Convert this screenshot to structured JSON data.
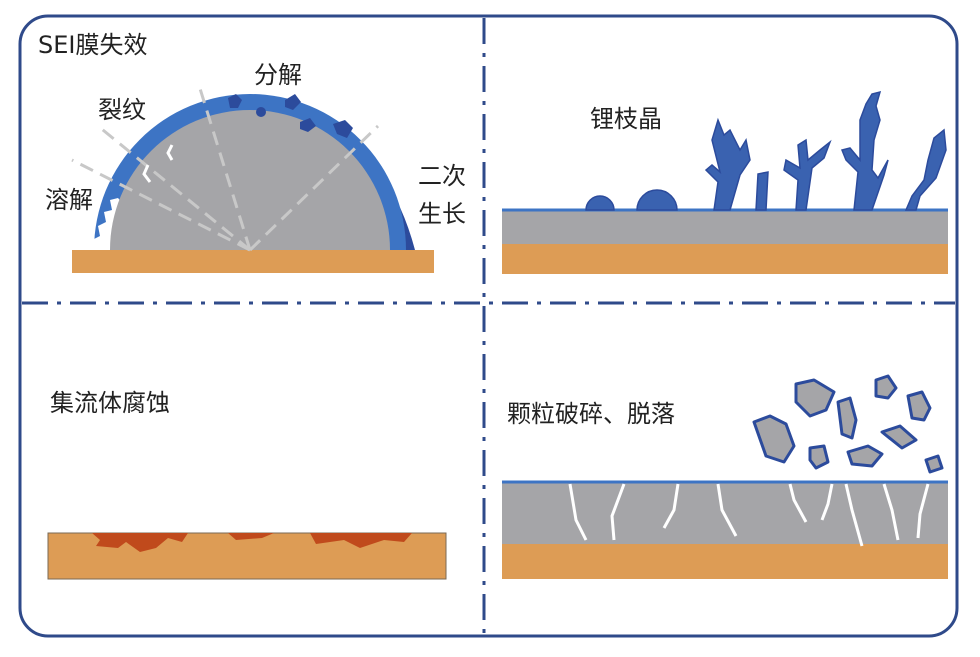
{
  "panels": {
    "sei": {
      "title": "SEI膜失效",
      "decompose": "分解",
      "crack": "裂纹",
      "dissolve": "溶解",
      "growth_line1": "二次",
      "growth_line2": "生长"
    },
    "dendrite": {
      "title": "锂枝晶"
    },
    "corrosion": {
      "title": "集流体腐蚀"
    },
    "particle": {
      "title": "颗粒破碎、脱落"
    }
  },
  "colors": {
    "frame": "#2f4a8a",
    "sei_layer": "#3d74c4",
    "sei_thick": "#2c4b9c",
    "particle_gray": "#a5a5a8",
    "substrate_orange": "#dd9c55",
    "corrosion_red": "#c04a1c",
    "dendrite_blue": "#3a62b0",
    "crack_white": "#ffffff",
    "dash_gray": "#c8c8c8"
  }
}
